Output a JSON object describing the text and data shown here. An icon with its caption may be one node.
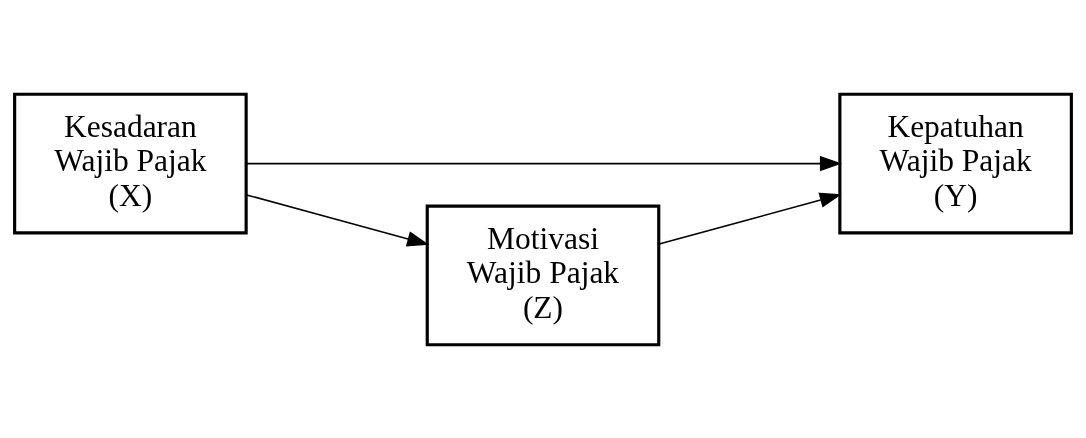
{
  "diagram": {
    "nodes": [
      {
        "text": [
          "Kesadaran Wajib Pajak (X)"
        ]
      },
      {
        "text": [
          "Kepatuhan Wajib Pajak (Y)"
        ]
      },
      {
        "text": [
          "Motivasi Wajib Pajak (Z)"
        ]
      }
    ],
    "edges": [
      {
        "from": 0,
        "to": 1,
        "arrow": "to"
      },
      {
        "from": 0,
        "to": 2,
        "arrow": "to"
      },
      {
        "from": 2,
        "to": 1,
        "arrow": "to"
      }
    ]
  }
}
